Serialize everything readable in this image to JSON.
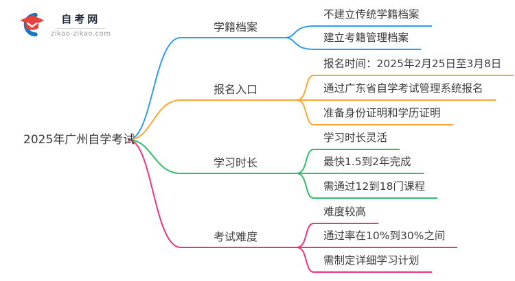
{
  "logo": {
    "title": "自考网",
    "url": "zikao-zikao.com",
    "icon": "graduation-cap-icon",
    "cap_color": "#e8403a",
    "swoosh_color": "#1b75bb"
  },
  "root": {
    "label": "2025年广州自学考试"
  },
  "diagram_type": "mindmap",
  "colors": {
    "blue": "#2d9bf0",
    "orange": "#ffa632",
    "green": "#2fbe64",
    "pink": "#f2307c",
    "text": "#3d3d3d"
  },
  "branches": [
    {
      "label": "学籍档案",
      "color": "#2d9bf0",
      "children": [
        "不建立传统学籍档案",
        "建立考籍管理档案"
      ]
    },
    {
      "label": "报名入口",
      "color": "#ffa632",
      "children": [
        "报名时间：2025年2月25日至3月8日",
        "通过广东省自学考试管理系统报名",
        "准备身份证明和学历证明"
      ]
    },
    {
      "label": "学习时长",
      "color": "#2fbe64",
      "children": [
        "学习时长灵活",
        "最快1.5到2年完成",
        "需通过12到18门课程"
      ]
    },
    {
      "label": "考试难度",
      "color": "#f2307c",
      "children": [
        "难度较高",
        "通过率在10%到30%之间",
        "需制定详细学习计划"
      ]
    }
  ]
}
